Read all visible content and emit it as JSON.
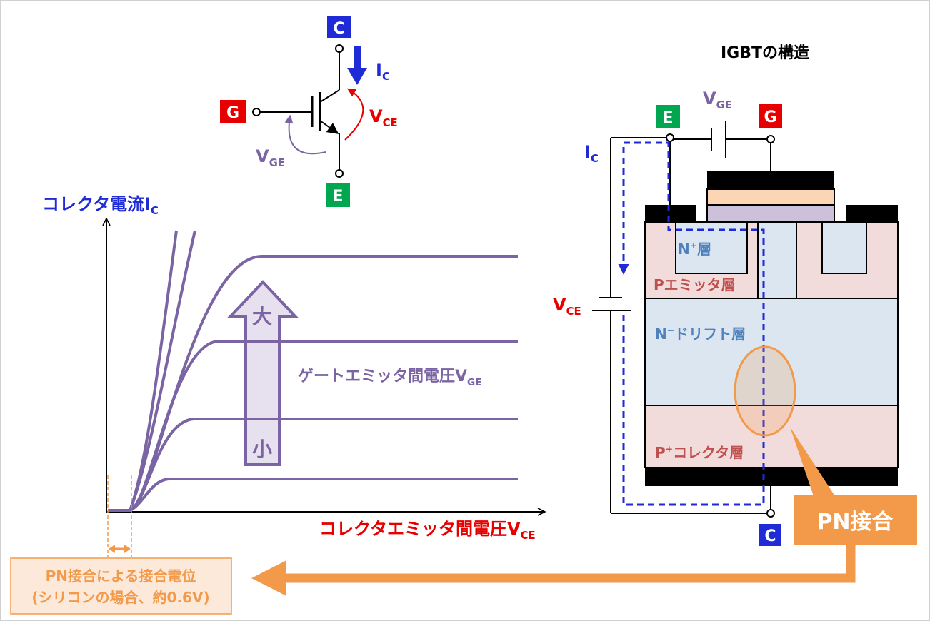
{
  "symbol": {
    "terminal_c": "C",
    "terminal_g": "G",
    "terminal_e": "E",
    "ic_label": "I",
    "ic_sub": "C",
    "vce_label": "V",
    "vce_sub": "CE",
    "vge_label": "V",
    "vge_sub": "GE"
  },
  "graph": {
    "y_axis_label": "コレクタ電流I",
    "y_axis_sub": "C",
    "x_axis_label": "コレクタエミッタ間電圧V",
    "x_axis_sub": "CE",
    "param_label": "ゲートエミッタ間電圧V",
    "param_sub": "GE",
    "arrow_big": "大",
    "arrow_small": "小"
  },
  "structure": {
    "title": "IGBTの構造",
    "terminal_e": "E",
    "terminal_g": "G",
    "terminal_c": "C",
    "vge_label": "V",
    "vge_sub": "GE",
    "ic_label": "I",
    "ic_sub": "C",
    "vce_label": "V",
    "vce_sub": "CE",
    "n_plus_prefix": "N",
    "n_plus_sup": "+",
    "n_plus_suffix": "層",
    "p_emitter": "Pエミッタ層",
    "n_drift_prefix": "N",
    "n_drift_sup": "−",
    "n_drift_suffix": "ドリフト層",
    "p_collector_prefix": "P",
    "p_collector_sup": "+",
    "p_collector_suffix": "コレクタ層"
  },
  "callout": {
    "pn_junction": "PN接合",
    "built_in_line1": "PN接合による接合電位",
    "built_in_line2": "(シリコンの場合、約0.6V)"
  },
  "colors": {
    "purple": "#7b64a3",
    "blue": "#1f2bd6",
    "red": "#e60000",
    "green": "#00a650",
    "orange": "#f29a4a",
    "pink_layer": "#f2dcdb",
    "blue_layer": "#dce6f1"
  }
}
